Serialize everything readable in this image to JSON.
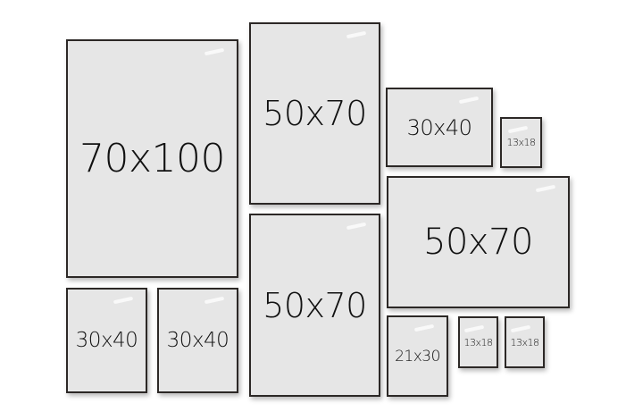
{
  "gallery": {
    "frames": [
      {
        "label": "70x100"
      },
      {
        "label": "50x70"
      },
      {
        "label": "30x40"
      },
      {
        "label": "13x18"
      },
      {
        "label": "50x70"
      },
      {
        "label": "50x70"
      },
      {
        "label": "30x40"
      },
      {
        "label": "30x40"
      },
      {
        "label": "21x30"
      },
      {
        "label": "13x18"
      },
      {
        "label": "13x18"
      }
    ]
  },
  "colors": {
    "frame_border": "#2c2826",
    "frame_fill": "#e6e6e6",
    "background": "#ffffff",
    "label_text": "#111111"
  }
}
